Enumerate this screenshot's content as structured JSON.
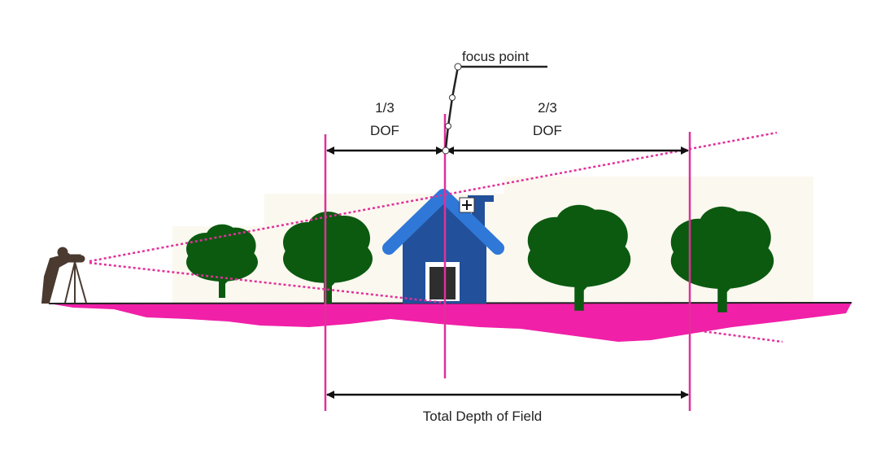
{
  "labels": {
    "focus_point": "focus point",
    "near_fraction": "1/3",
    "near_unit": "DOF",
    "far_fraction": "2/3",
    "far_unit": "DOF",
    "total": "Total Depth of Field"
  },
  "colors": {
    "ground": "#f020a8",
    "guide_lines": "#e0309a",
    "tree": "#0b5a10",
    "house_body": "#22509a",
    "house_roof": "#2f78d8",
    "backdrop": "#fbf8ef",
    "photographer": "#4a3a30"
  }
}
